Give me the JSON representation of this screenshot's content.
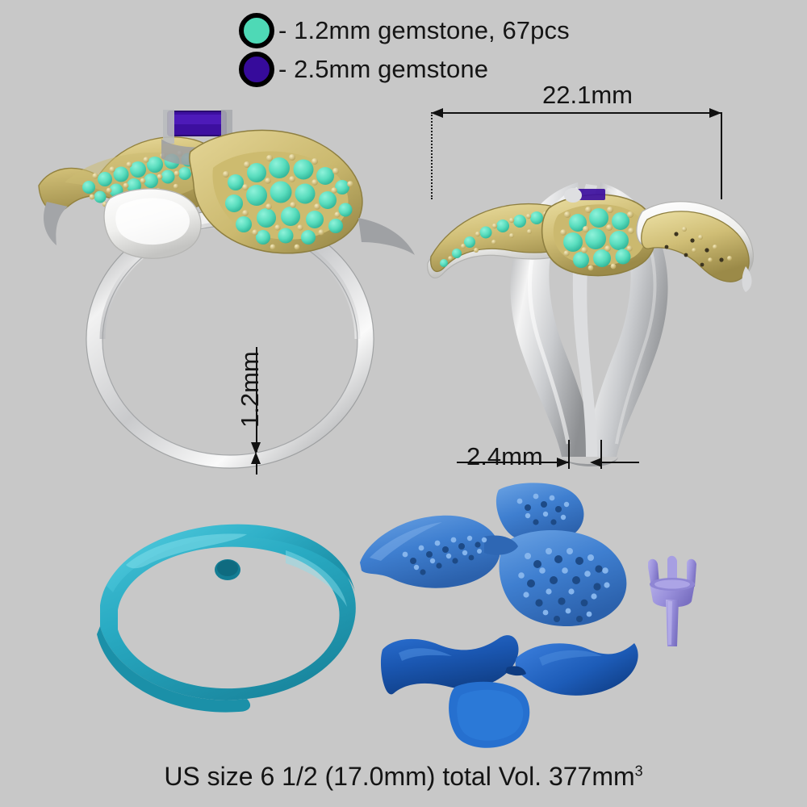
{
  "background_color": "#c8c8c8",
  "legend": {
    "items": [
      {
        "color": "#4ed9b6",
        "ring_color": "#000000",
        "label": "- 1.2mm gemstone, 67pcs",
        "icon": "circle-swatch-icon"
      },
      {
        "color": "#360b9b",
        "ring_color": "#000000",
        "label": "- 2.5mm gemstone",
        "icon": "circle-swatch-icon"
      }
    ]
  },
  "dimensions": {
    "width": {
      "label": "22.1mm",
      "orientation": "horizontal"
    },
    "band_thickness": {
      "label": "1.2mm",
      "orientation": "vertical"
    },
    "shank_width": {
      "label": "2.4mm",
      "orientation": "horizontal"
    }
  },
  "views": {
    "front": {
      "name": "front-ring-view"
    },
    "side": {
      "name": "side-ring-view"
    },
    "component_shank": {
      "name": "component-shank-teal",
      "color": "#2bacc4"
    },
    "component_setting": {
      "name": "component-pave-setting-blue",
      "color": "#3f7fd0"
    },
    "component_petals": {
      "name": "component-petals-darkblue",
      "color": "#1a56b0"
    },
    "component_prong": {
      "name": "component-prong-head-purple",
      "color": "#9a91dc"
    }
  },
  "materials": {
    "gold": "#d3c179",
    "gold_dark": "#ab9850",
    "silver": "#e9e9e9",
    "silver_dark": "#8f9194",
    "gem_turquoise": "#59ddbe",
    "gem_purple": "#3d0fa0"
  },
  "caption": {
    "text": "US size 6 1/2 (17.0mm) total Vol. 377mm",
    "superscript": "3"
  }
}
